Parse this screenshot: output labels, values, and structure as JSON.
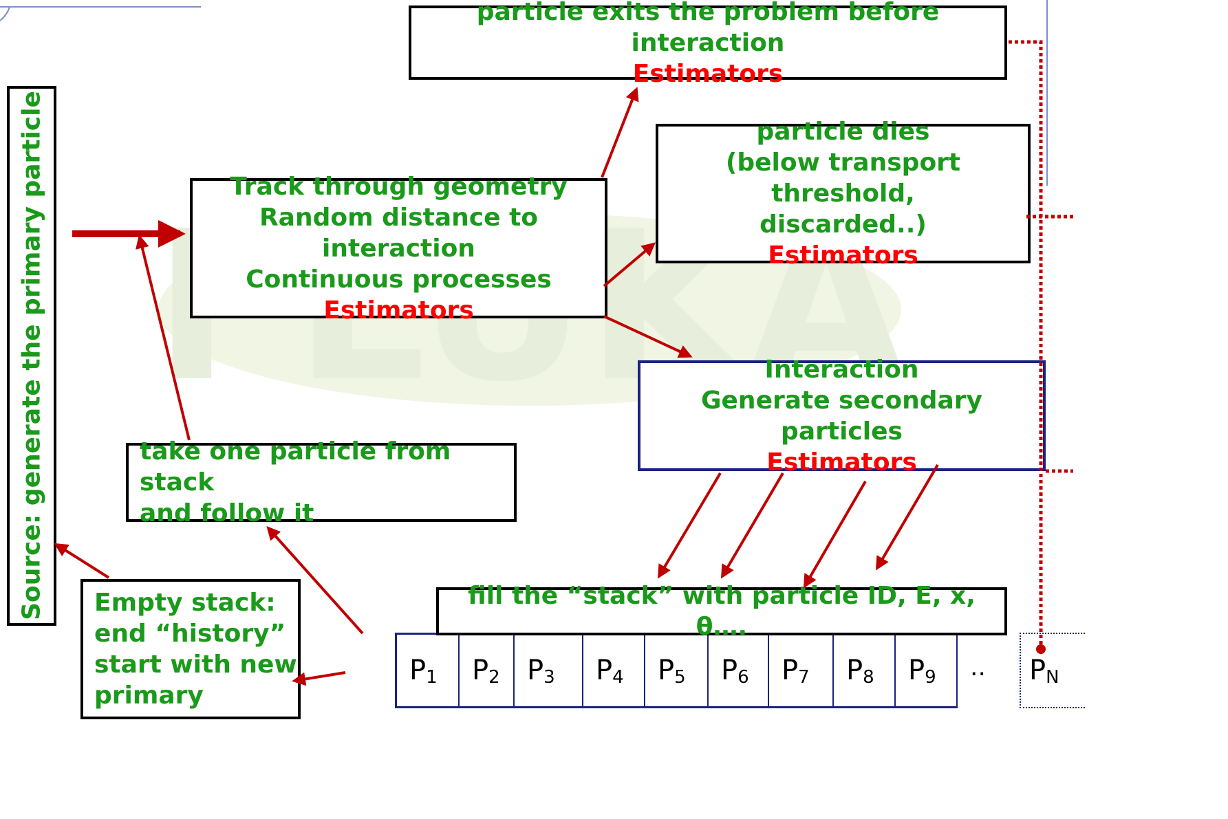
{
  "source": {
    "text": "Source: generate the  primary particle"
  },
  "exits": {
    "line1": "particle exits the problem before interaction",
    "estimators": "Estimators"
  },
  "dies": {
    "line1": "particle dies",
    "line2": "(below transport threshold,",
    "line3": "discarded..)",
    "estimators": "Estimators"
  },
  "track": {
    "line1": "Track through geometry",
    "line2": "Random distance to interaction",
    "line3": "Continuous processes",
    "estimators": "Estimators"
  },
  "interaction": {
    "line1": "Interaction",
    "line2": "Generate secondary particles",
    "estimators": "Estimators"
  },
  "take": {
    "line1": "take one particle from stack",
    "line2": "and follow it"
  },
  "empty": {
    "line1": "Empty stack:",
    "line2": "end “history”",
    "line3": "start with new",
    "line4": "primary"
  },
  "fill": {
    "text": "fill the “stack” with particle ID, E, x, θ…."
  },
  "stack": [
    {
      "letter": "P",
      "sub": "1"
    },
    {
      "letter": "P",
      "sub": "2"
    },
    {
      "letter": "P",
      "sub": "3"
    },
    {
      "letter": "P",
      "sub": "4"
    },
    {
      "letter": "P",
      "sub": "5"
    },
    {
      "letter": "P",
      "sub": "6"
    },
    {
      "letter": "P",
      "sub": "7"
    },
    {
      "letter": "P",
      "sub": "8"
    },
    {
      "letter": "P",
      "sub": "9"
    }
  ],
  "stack_ellipsis": "..",
  "stack_last": {
    "letter": "P",
    "sub": "N"
  },
  "colors": {
    "text": "#1a9a1a",
    "estimators": "#ff0000",
    "arrows": "#c00000",
    "interaction_border": "#1a237e"
  }
}
